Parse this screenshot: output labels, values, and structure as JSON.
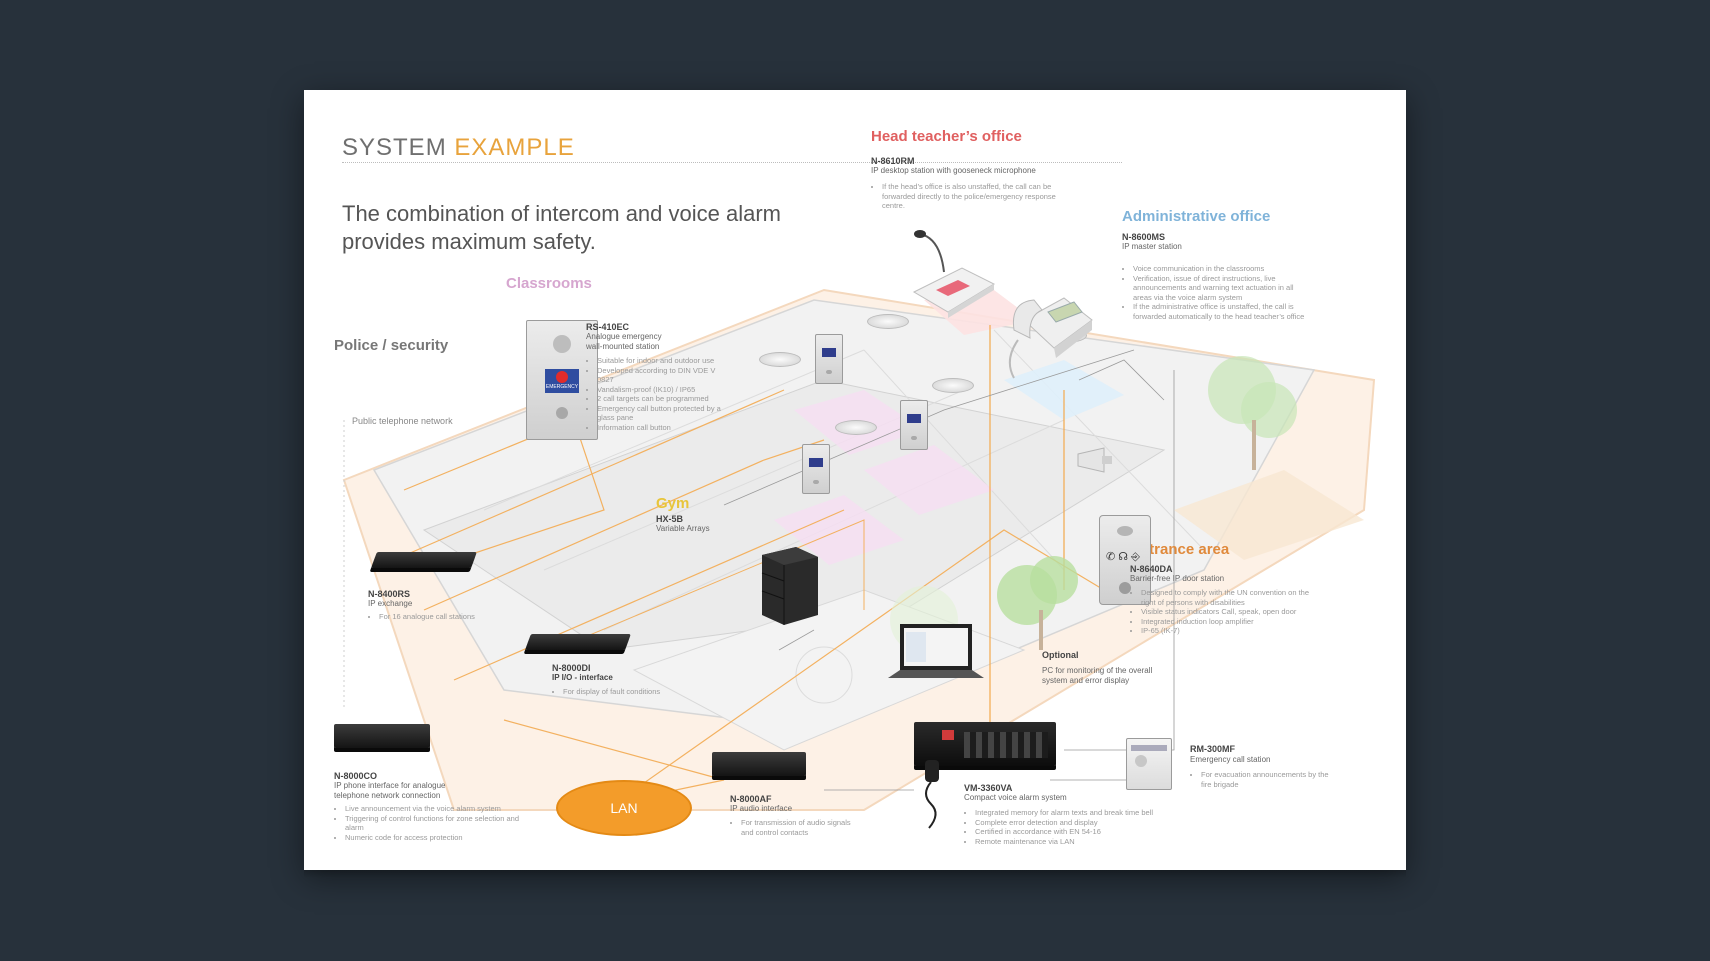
{
  "title": {
    "part1": "SYSTEM",
    "part2": "EXAMPLE"
  },
  "headline": "The combination of intercom and voice alarm provides maximum safety.",
  "colors": {
    "background": "#27313b",
    "accent_orange": "#e8a33c",
    "head_teacher": "#e06060",
    "admin": "#7fb3d9",
    "classrooms": "#d6a6cf",
    "gym": "#e8c53a",
    "entrance": "#e08a3c",
    "police": "#777777",
    "lan": "#f39c2a"
  },
  "areas": {
    "police": "Police / security",
    "classrooms": "Classrooms",
    "head_teacher": "Head teacher’s office",
    "administrative": "Administrative office",
    "gym": "Gym",
    "entrance": "Entrance area"
  },
  "public_network": "Public telephone network",
  "lan": "LAN",
  "devices": {
    "n8610rm": {
      "name": "N-8610RM",
      "desc": "IP desktop station with gooseneck microphone",
      "bullets": [
        "If the head’s office is also unstaffed, the call can be forwarded directly to the police/emergency response centre."
      ]
    },
    "n8600ms": {
      "name": "N-8600MS",
      "desc": "IP master station",
      "bullets": [
        "Voice communication in the classrooms",
        "Verification, issue of direct instructions, live announcements and warning text actuation in all areas via the voice alarm system",
        "If the administrative office is unstaffed, the call is forwarded automatically to the head teacher’s office"
      ]
    },
    "rs410ec": {
      "name": "RS-410EC",
      "desc": "Analogue emergency wall-mounted station",
      "bullets": [
        "Suitable for indoor and outdoor use",
        "Developed according to DIN VDE V 0827",
        "Vandalism-proof (IK10) / IP65",
        "2 call targets can be programmed",
        "Emergency call button protected by a glass pane",
        "Information call button"
      ],
      "panel_label": "EMERGENCY"
    },
    "hx5b": {
      "name": "HX-5B",
      "desc": "Variable Arrays"
    },
    "n8400rs": {
      "name": "N-8400RS",
      "desc": "IP exchange",
      "bullets": [
        "For 16 analogue call stations"
      ]
    },
    "n8000di": {
      "name": "N-8000DI",
      "desc": "IP I/O - interface",
      "bullets": [
        "For display of fault conditions"
      ]
    },
    "n8000co": {
      "name": "N-8000CO",
      "desc": "IP phone interface for analogue telephone network connection",
      "bullets": [
        "Live announcement via the voice alarm system",
        "Triggering of control functions for zone selection and alarm",
        "Numeric code for access protection"
      ]
    },
    "n8000af": {
      "name": "N-8000AF",
      "desc": "IP audio interface",
      "bullets": [
        "For transmission of audio signals and control contacts"
      ]
    },
    "optional": {
      "name": "Optional",
      "desc": "PC for monitoring of the overall system and error display"
    },
    "vm3360va": {
      "name": "VM-3360VA",
      "desc": "Compact voice alarm system",
      "bullets": [
        "Integrated memory for alarm texts and break time bell",
        "Complete error detection and display",
        "Certified in accordance with EN 54-16",
        "Remote maintenance via LAN"
      ]
    },
    "n8640da": {
      "name": "N-8640DA",
      "desc": "Barrier-free IP door station",
      "bullets": [
        "Designed to comply with the UN convention on the right of persons with disabilities",
        "Visible status indicators Call, speak, open door",
        "Integrated induction loop amplifier",
        "IP-65 (IK-7)"
      ]
    },
    "rm300mf": {
      "name": "RM-300MF",
      "desc": "Emergency call station",
      "bullets": [
        "For evacuation announcements by the fire brigade"
      ]
    }
  }
}
